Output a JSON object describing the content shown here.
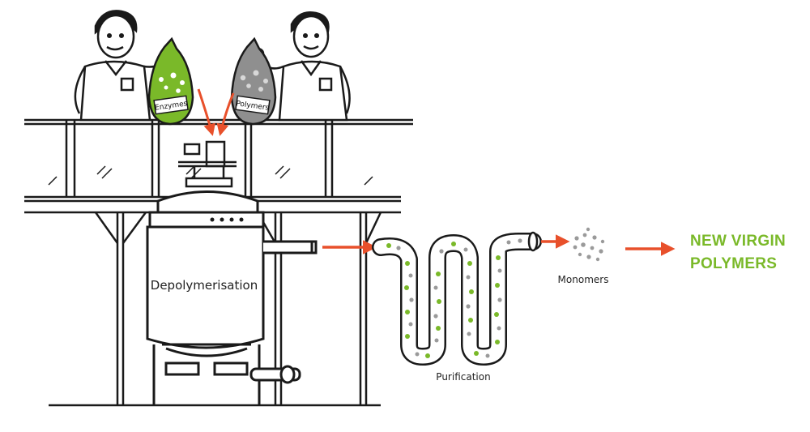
{
  "labels": {
    "bag_enzymes": "Enzymes",
    "bag_polymers": "Polymers",
    "reactor": "Depolymerisation",
    "purification": "Purification",
    "monomers": "Monomers",
    "output_line1": "NEW VIRGIN",
    "output_line2": "POLYMERS"
  },
  "colors": {
    "accent_green": "#7ab929",
    "arrow_orange": "#e8502b",
    "ink": "#1a1a1a",
    "grey_particle": "#9a9a9a",
    "bag_grey": "#8f8f8f"
  },
  "icons": {
    "person_left": "scientist-icon",
    "person_right": "scientist-icon",
    "bag_left": "sack-icon",
    "bag_right": "sack-icon"
  }
}
